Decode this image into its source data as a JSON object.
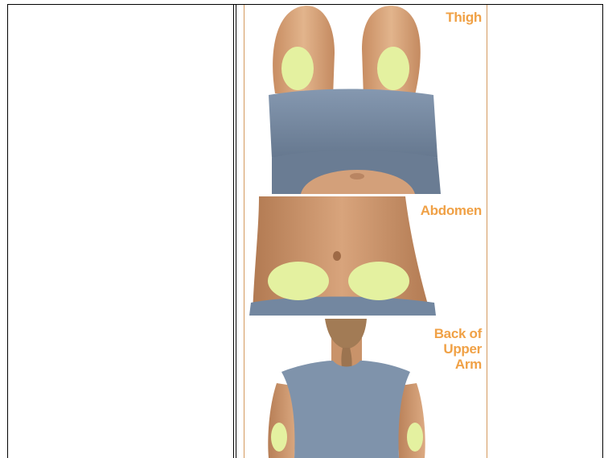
{
  "labels": {
    "thigh": "Thigh",
    "abdomen": "Abdomen",
    "back_of_upper_arm": "Back of\nUpper\nArm"
  },
  "colors": {
    "label": "#f0a146",
    "injection_site": "#e4f1a0",
    "skin": "#d7a57c",
    "clothing": "#7b8fa8",
    "border": "#d49a5e"
  }
}
